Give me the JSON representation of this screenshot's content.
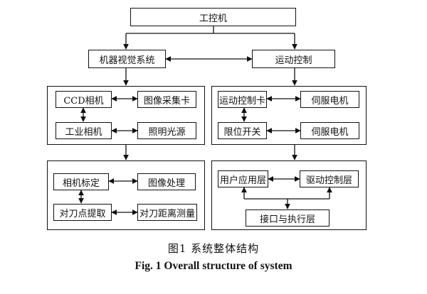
{
  "top_node": "工控机",
  "level2": {
    "left": "机器视觉系统",
    "right": "运动控制"
  },
  "vision_group": {
    "top_left": "CCD相机",
    "top_right": "图像采集卡",
    "bottom_left": "工业相机",
    "bottom_right": "照明光源"
  },
  "motion_group": {
    "top_left": "运动控制卡",
    "top_right": "伺服电机",
    "bottom_left": "限位开关",
    "bottom_right": "伺服电机"
  },
  "processing_group": {
    "top_left": "相机标定",
    "top_right": "图像处理",
    "bottom_left": "对刀点提取",
    "bottom_right": "对刀距离测量"
  },
  "software_group": {
    "top_left": "用户应用层",
    "top_right": "驱动控制层",
    "bottom": "接口与执行层"
  },
  "caption": {
    "chinese": "图1   系统整体结构",
    "english": "Fig. 1   Overall structure of system"
  }
}
